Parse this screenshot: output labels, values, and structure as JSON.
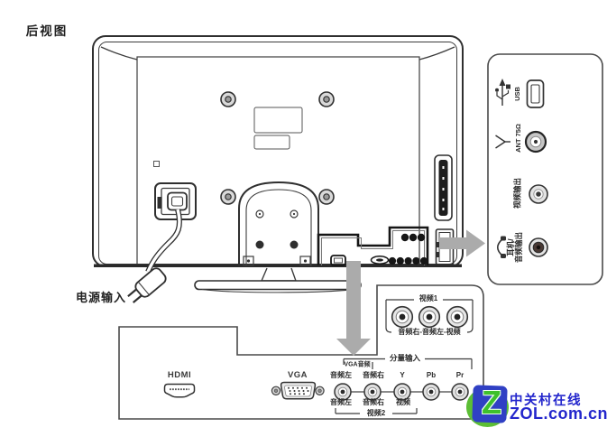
{
  "title": "后视图",
  "power": {
    "label": "电源输入"
  },
  "side_panel": {
    "usb_label": "USB",
    "ant_label": "ANT 75Ω",
    "video_out_label": "视频输出",
    "headphone_label_line1": "耳机/",
    "headphone_label_line2": "音频输出"
  },
  "video1": {
    "title": "视频1",
    "jacks_label": "音频右-音频左-视频"
  },
  "bottom_panel": {
    "hdmi": "HDMI",
    "vga": "VGA",
    "vga_audio": "VGA音频",
    "component_input": "分量输入",
    "row_top": [
      "音频左",
      "音频右",
      "Y",
      "Pb",
      "Pr"
    ],
    "row_bottom": [
      "音频左",
      "音频右",
      "视频"
    ],
    "video2": "视频2"
  },
  "watermark": {
    "logo_letter": "Z",
    "name": "中关村在线",
    "domain": "ZOL.com.cn"
  },
  "colors": {
    "line": "#3c3c3c",
    "arrow": "#ababab",
    "brand_blue": "#2326cc",
    "logo_green": "#5cbe35",
    "logo_square_blue": "#3040c4"
  }
}
